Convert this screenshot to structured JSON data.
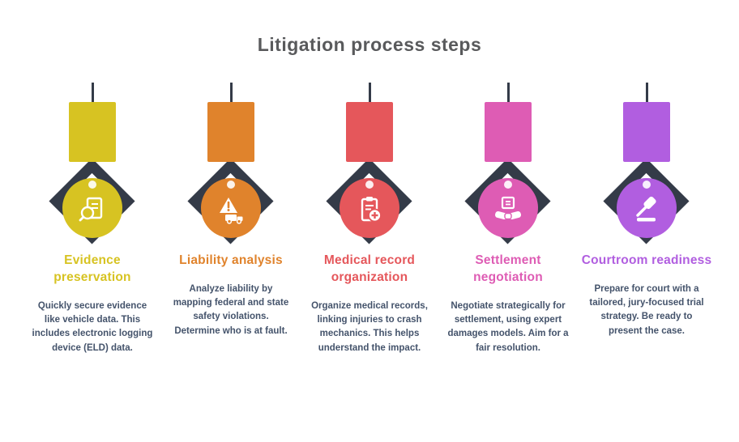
{
  "title": "Litigation process steps",
  "colors": {
    "claw": "#343b48",
    "title_text": "#595a5c",
    "body_text": "#44536b",
    "background": "#ffffff"
  },
  "steps": [
    {
      "heading": "Evidence preservation",
      "body": "Quickly secure evidence like vehicle data. This includes electronic logging device (ELD) data.",
      "color": "#d7c322",
      "icon": "magnifier-document-icon"
    },
    {
      "heading": "Liability analysis",
      "body": "Analyze liability by mapping federal and state safety violations. Determine who is at fault.",
      "color": "#e0832c",
      "icon": "warning-truck-icon"
    },
    {
      "heading": "Medical record organization",
      "body": "Organize medical records, linking injuries to crash mechanics. This helps understand the impact.",
      "color": "#e5575b",
      "icon": "medical-clipboard-icon"
    },
    {
      "heading": "Settlement negotiation",
      "body": "Negotiate strategically for settlement, using expert damages models. Aim for a fair resolution.",
      "color": "#de5cb4",
      "icon": "handshake-document-icon"
    },
    {
      "heading": "Courtroom readiness",
      "body": "Prepare for court with a tailored, jury-focused trial strategy. Be ready to present the case.",
      "color": "#b15ee0",
      "icon": "gavel-icon"
    }
  ]
}
